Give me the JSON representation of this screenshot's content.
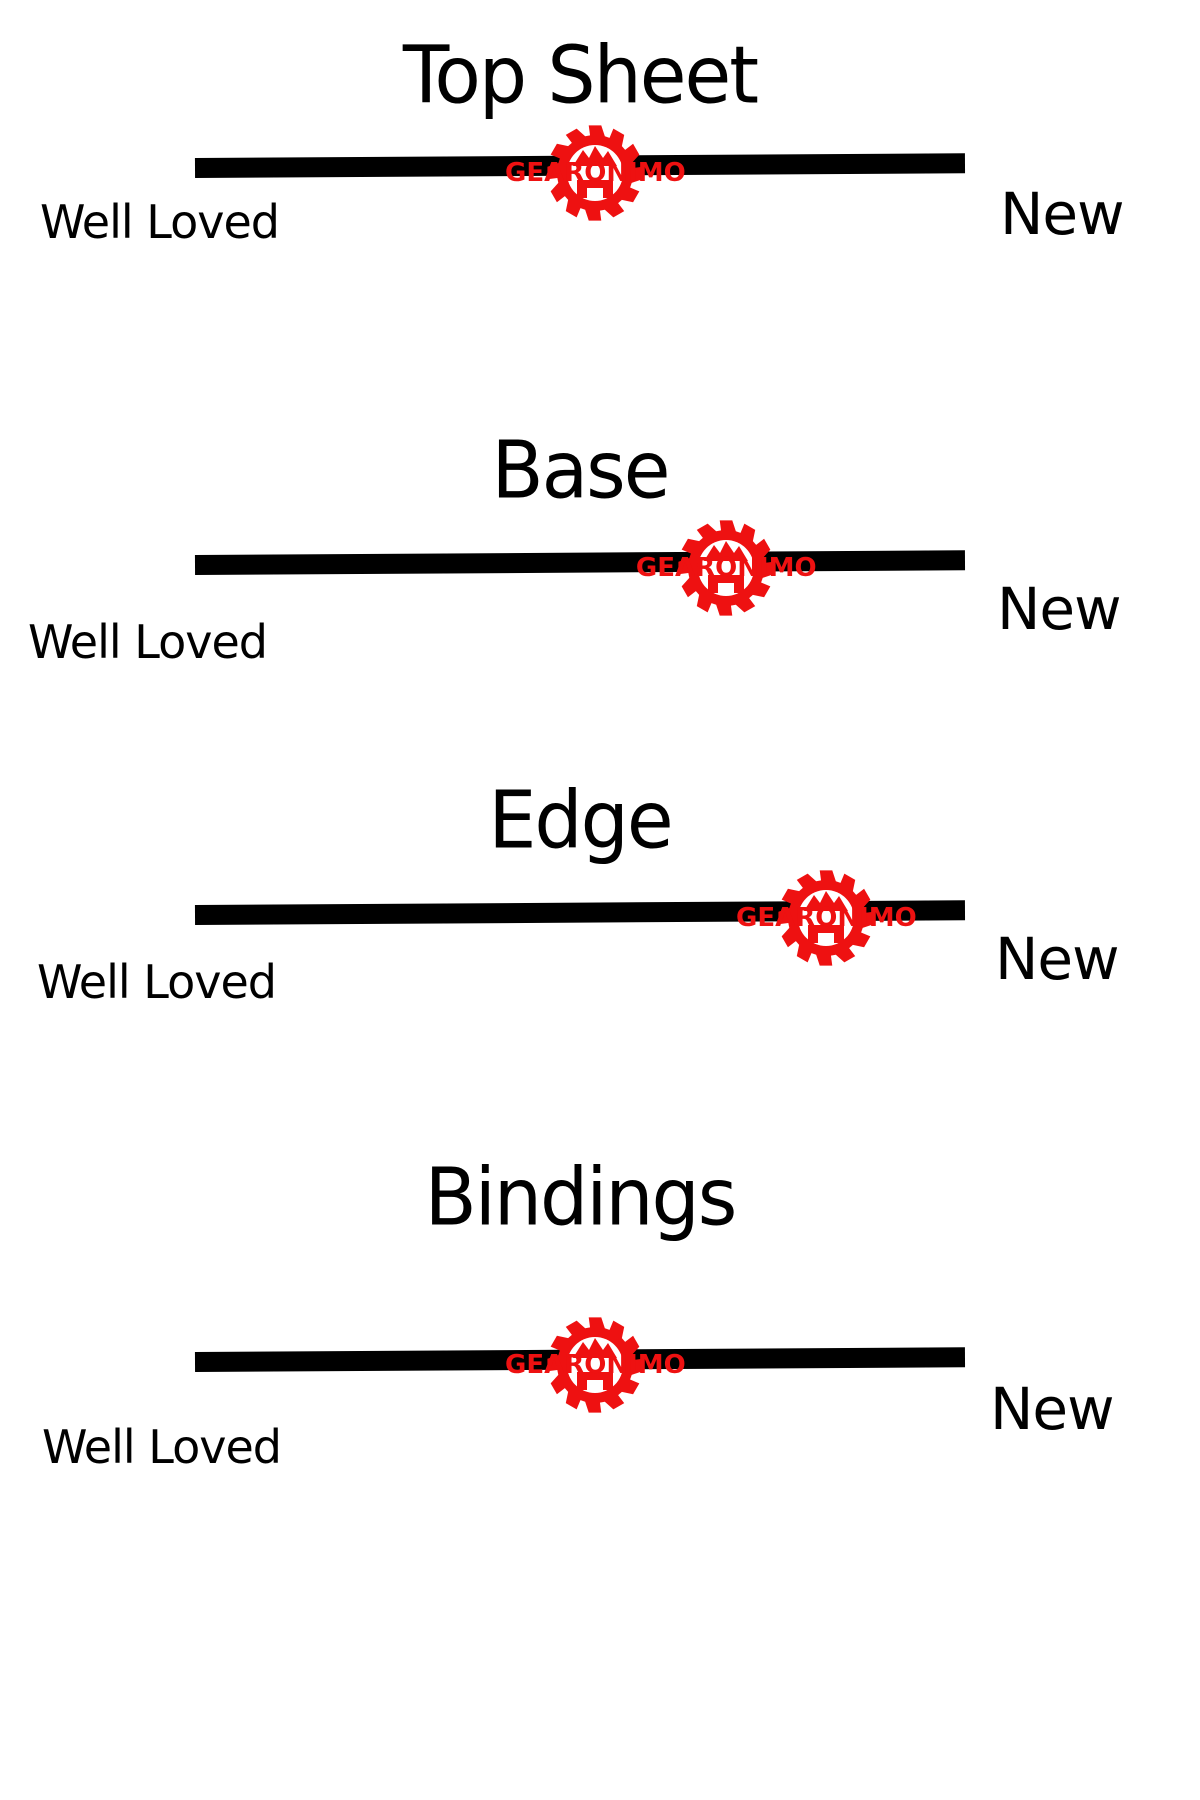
{
  "brand": {
    "logo_text": "GEARONIMO",
    "logo_color": "#ee1111",
    "logo_icon": "gear-mountain-icon"
  },
  "scale_labels": {
    "low": "Well Loved",
    "high": "New"
  },
  "scales": [
    {
      "title": "Top Sheet",
      "rating": 0.52
    },
    {
      "title": "Base",
      "rating": 0.69
    },
    {
      "title": "Edge",
      "rating": 0.82
    },
    {
      "title": "Bindings",
      "rating": 0.52
    }
  ]
}
